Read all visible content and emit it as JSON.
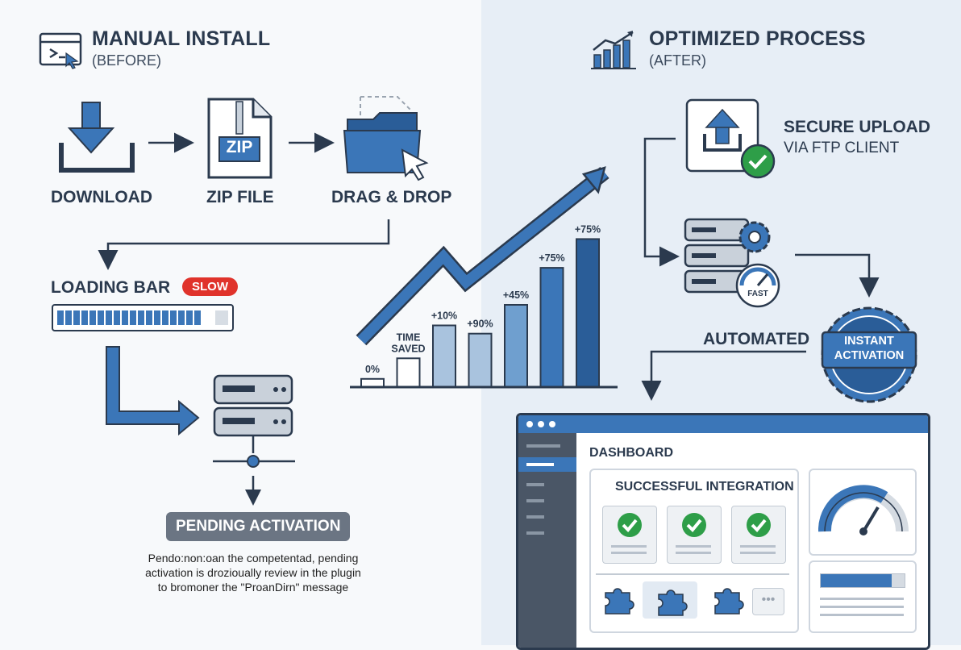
{
  "before": {
    "title": "MANUAL INSTALL",
    "subtitle": "(BEFORE)",
    "header_icon": "terminal-cursor-icon",
    "steps": [
      {
        "label": "DOWNLOAD",
        "icon": "download-icon"
      },
      {
        "label": "ZIP FILE",
        "icon": "zip-file-icon",
        "icon_text": "ZIP"
      },
      {
        "label": "DRAG & DROP",
        "icon": "folder-drag-icon"
      }
    ],
    "loading": {
      "label": "LOADING BAR",
      "badge": "SLOW",
      "progress": 0.9
    },
    "pending": {
      "label": "PENDING ACTIVATION",
      "note_lines": [
        "Pendo:non:oan the competentad, pending",
        "activation is drozioually review in the plugin",
        "to bromoner the \"ProanDirn\" message"
      ]
    }
  },
  "after": {
    "title": "OPTIMIZED PROCESS",
    "subtitle": "(AFTER)",
    "header_icon": "growth-chart-icon",
    "upload": {
      "line1": "SECURE UPLOAD",
      "line2": "VIA FTP CLIENT"
    },
    "fast_label": "FAST",
    "automated_label": "AUTOMATED",
    "seal_lines": [
      "INSTANT",
      "ACTIVATION"
    ],
    "dashboard": {
      "title": "DASHBOARD",
      "integration_title": "SUCCESSFUL INTEGRATION"
    }
  },
  "chart_data": {
    "type": "bar",
    "categories": [
      "0%",
      "TIME SAVED",
      "+10%",
      "+90%",
      "+45%",
      "+75%",
      "+75%"
    ],
    "values": [
      1,
      3.5,
      7.5,
      6.5,
      10,
      14.5,
      18
    ],
    "labels": [
      "0%",
      "TIME\nSAVED",
      "+10%",
      "+90%",
      "+45%",
      "+75%",
      "+75%"
    ],
    "trend": "up",
    "colors": [
      "#ffffff",
      "#ffffff",
      "#a9c3de",
      "#a9c3de",
      "#6f9fcf",
      "#3b76b8",
      "#2a5d98"
    ]
  },
  "colors": {
    "accent": "#3b76b8",
    "dark_accent": "#2a5d98",
    "slow": "#e0332b",
    "ok": "#2e9e48",
    "ink": "#2b3a4e"
  }
}
